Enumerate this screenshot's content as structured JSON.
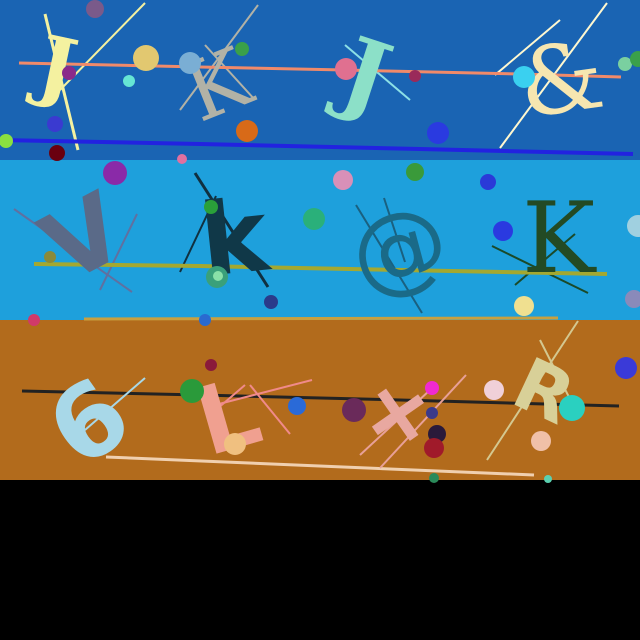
{
  "captcha": {
    "characters": [
      "J",
      "K",
      "J",
      "&",
      "V",
      "k",
      "@",
      "K",
      "6",
      "L",
      "+",
      "R"
    ],
    "colors": {
      "band_top": "#1a64b3",
      "band_middle": "#1ea0dc",
      "band_bottom": "#b26b1c",
      "below": "#000000"
    }
  }
}
